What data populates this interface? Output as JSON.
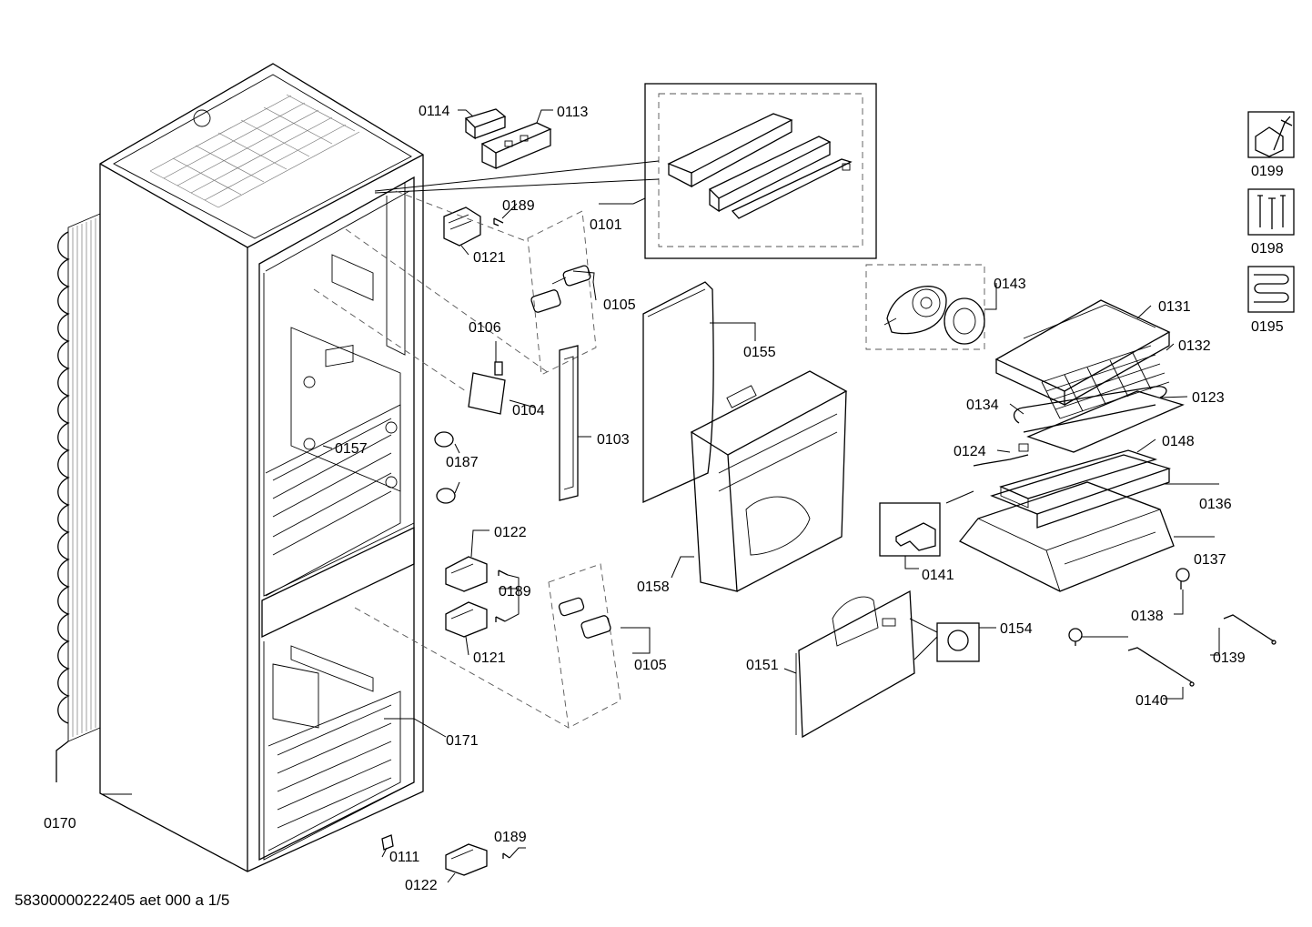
{
  "labels": {
    "p0114": "0114",
    "p0113": "0113",
    "p0189a": "0189",
    "p0121a": "0121",
    "p0101": "0101",
    "p0105a": "0105",
    "p0106": "0106",
    "p0104": "0104",
    "p0103": "0103",
    "p0155": "0155",
    "p0157": "0157",
    "p0187": "0187",
    "p0158": "0158",
    "p0122a": "0122",
    "p0189b": "0189",
    "p0121b": "0121",
    "p0105b": "0105",
    "p0171": "0171",
    "p0170": "0170",
    "p0111": "0111",
    "p0122b": "0122",
    "p0189c": "0189",
    "p0143": "0143",
    "p0131": "0131",
    "p0132": "0132",
    "p0134": "0134",
    "p0123": "0123",
    "p0124": "0124",
    "p0148": "0148",
    "p0136": "0136",
    "p0141": "0141",
    "p0137": "0137",
    "p0138": "0138",
    "p0154": "0154",
    "p0151": "0151",
    "p0139": "0139",
    "p0140": "0140",
    "p0199": "0199",
    "p0198": "0198",
    "p0195": "0195"
  },
  "icons": {
    "service": "wrench-nut-icon",
    "screws": "screws-icon",
    "heater": "heater-coil-icon"
  },
  "footer": "58300000222405 aet 000 a 1/5"
}
